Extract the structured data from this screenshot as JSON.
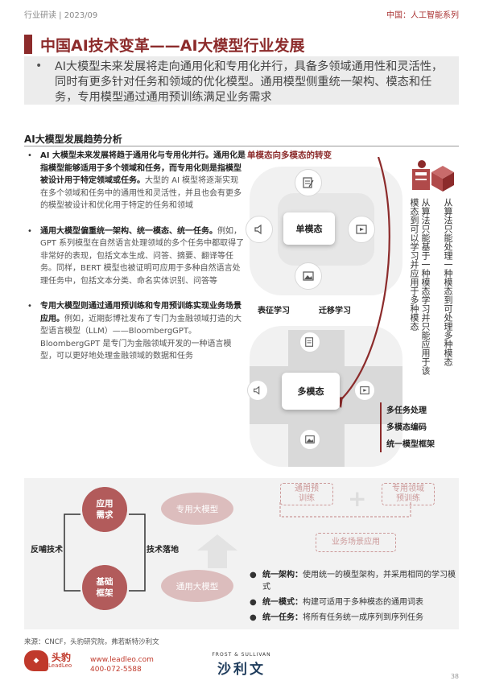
{
  "header": {
    "left": "行业研读 | 2023/09",
    "right": "中国：人工智能系列"
  },
  "title": "中国AI技术变革——AI大模型行业发展",
  "summary": "AI大模型未来发展将走向通用化和专用化并行，具备多领域通用性和灵活性，同时有更多针对任务和领域的优化模型。通用模型侧重统一架构、模态和任务，专用模型通过通用预训练满足业务需求",
  "section": "AI大模型发展趋势分析",
  "bullets": [
    {
      "bold": "AI 大模型未来发展将趋于通用化与专用化并行。通用化是指模型能够适用于多个领域和任务，而专用化则是指模型被设计用于特定领域或任务。",
      "text": "大型的 AI 模型将逐渐实现在多个领域和任务中的通用性和灵活性，并且也会有更多的模型被设计和优化用于特定的任务和领域"
    },
    {
      "bold": "通用大模型偏重统一架构、统一模态、统一任务。",
      "text": "例如，GPT 系列模型在自然语言处理领域的多个任务中都取得了非常好的表现，包括文本生成、问答、摘要、翻译等任务。同样，BERT 模型也被证明可应用于多种自然语言处理任务中，包括文本分类、命名实体识别、问答等"
    },
    {
      "bold": "专用大模型则通过通用预训练和专用预训练实现业务场景应用。",
      "text": "例如，近期彭博社发布了专门为金融领域打造的大型语言模型（LLM）——BloombergGPT。BloombergGPT 是专门为金融领域开发的一种语言模型，可以更好地处理金融领域的数据和任务"
    }
  ],
  "diagram": {
    "title": "单模态向多模态的转变",
    "single_modal": "单模态",
    "multi_modal": "多模态",
    "repr_learning": "表征学习",
    "transfer_learning": "迁移学习",
    "vertical_a": "从算法只能处理一种模态到可处理多种模态",
    "vertical_b": "从算法只能基于一种模态学习并只能应用于该模态到可以学习并应用于多种模态",
    "capabilities": [
      "多任务处理",
      "多模态编码",
      "统一模型框架"
    ]
  },
  "lower": {
    "app_demand": "应用需求",
    "basic_framework": "基础框架",
    "special_model": "专用大模型",
    "general_model": "通用大模型",
    "feedback_tech": "反哺技术",
    "tech_landing": "技术落地",
    "general_pretrain": "通用预训练",
    "domain_pretrain": "专用领域预训练",
    "business_app": "业务场景应用",
    "unify": [
      {
        "bold": "统一架构：",
        "text": "使用统一的模型架构，并采用相同的学习模式"
      },
      {
        "bold": "统一模式：",
        "text": "构建可适用于多种模态的通用词表"
      },
      {
        "bold": "统一任务：",
        "text": "将所有任务统一成序列到序列任务"
      }
    ]
  },
  "source": "来源：CNCF，头豹研究院，弗若斯特沙利文",
  "footer": {
    "logo_cn": "头豹",
    "logo_en": "LeadLeo",
    "website": "www.leadleo.com",
    "phone": "400-072-5588",
    "partner_en": "FROST & SULLIVAN",
    "partner_cn": "沙利文",
    "page": "38"
  },
  "colors": {
    "accent": "#8c2b2b",
    "hub_shadow": "#9a9a9a",
    "lower_circle": "#b25b5b"
  }
}
